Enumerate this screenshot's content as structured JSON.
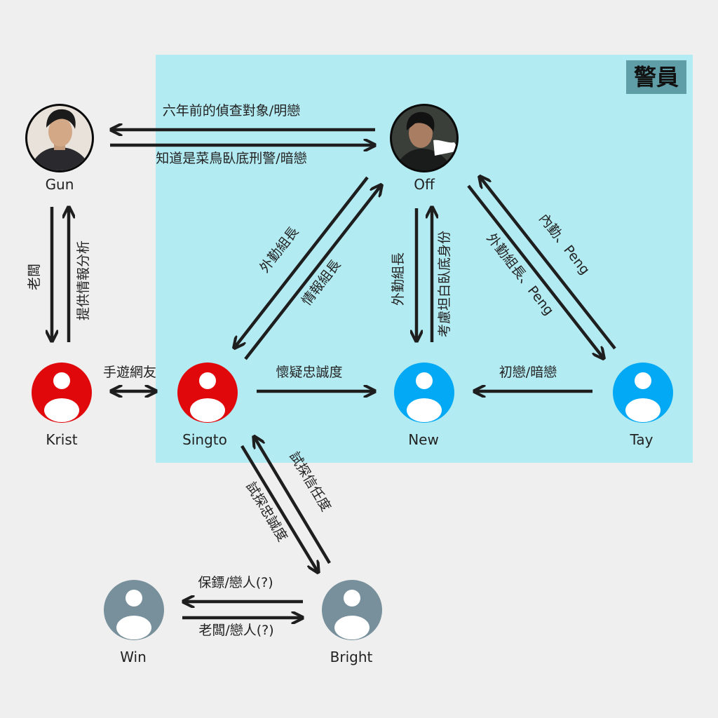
{
  "region": {
    "label": "警員",
    "fill": "#b3ebf2",
    "label_bg": "#5f9ea6"
  },
  "colors": {
    "red": "#e0080b",
    "blue": "#03a9f4",
    "gray": "#78909c",
    "photo_ring": "#0a0a0a"
  },
  "nodes": {
    "gun": {
      "name": "Gun",
      "style": "photo",
      "icon": "person-photo-icon"
    },
    "off": {
      "name": "Off",
      "style": "photo",
      "icon": "person-photo-icon"
    },
    "krist": {
      "name": "Krist",
      "style": "red",
      "icon": "person-avatar-icon"
    },
    "singto": {
      "name": "Singto",
      "style": "red",
      "icon": "person-avatar-icon"
    },
    "new": {
      "name": "New",
      "style": "blue",
      "icon": "person-avatar-icon"
    },
    "tay": {
      "name": "Tay",
      "style": "blue",
      "icon": "person-avatar-icon"
    },
    "win": {
      "name": "Win",
      "style": "gray",
      "icon": "person-avatar-icon"
    },
    "bright": {
      "name": "Bright",
      "style": "gray",
      "icon": "person-avatar-icon"
    }
  },
  "edges": {
    "off_gun": {
      "from": "Off",
      "to": "Gun",
      "label": "六年前的偵查對象/明戀"
    },
    "gun_off": {
      "from": "Gun",
      "to": "Off",
      "label": "知道是菜鳥臥底刑警/暗戀"
    },
    "gun_krist": {
      "from": "Gun",
      "to": "Krist",
      "label": "老闆"
    },
    "krist_gun": {
      "from": "Krist",
      "to": "Gun",
      "label": "提供情報分析"
    },
    "off_singto": {
      "from": "Off",
      "to": "Singto",
      "label": "外勤組長"
    },
    "singto_off": {
      "from": "Singto",
      "to": "Off",
      "label": "情報組長"
    },
    "off_new": {
      "from": "Off",
      "to": "New",
      "label": "外勤組長"
    },
    "new_off": {
      "from": "New",
      "to": "Off",
      "label": "考慮坦白臥底身份"
    },
    "tay_off": {
      "from": "Tay",
      "to": "Off",
      "label": "內勤、Peng"
    },
    "off_tay": {
      "from": "Off",
      "to": "Tay",
      "label": "外勤組長、Peng"
    },
    "krist_singto": {
      "from": "Krist",
      "to": "Singto",
      "label": "手遊網友"
    },
    "singto_new": {
      "from": "Singto",
      "to": "New",
      "label": "懷疑忠誠度"
    },
    "tay_new": {
      "from": "Tay",
      "to": "New",
      "label": "初戀/暗戀"
    },
    "singto_bright": {
      "from": "Singto",
      "to": "Bright",
      "label": "試探忠誠度"
    },
    "bright_singto": {
      "from": "Bright",
      "to": "Singto",
      "label": "試探信任度"
    },
    "bright_win": {
      "from": "Bright",
      "to": "Win",
      "label": "保鏢/戀人(?)"
    },
    "win_bright": {
      "from": "Win",
      "to": "Bright",
      "label": "老闆/戀人(?)"
    }
  }
}
